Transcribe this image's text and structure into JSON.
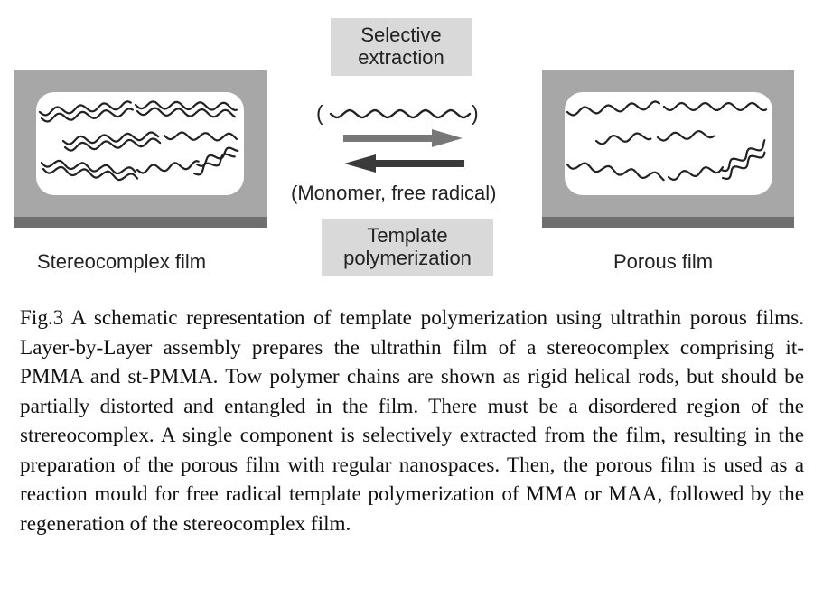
{
  "diagram": {
    "left_film_label": "Stereocomplex film",
    "right_film_label": "Porous film",
    "top_process_label": "Selective\nextraction",
    "bottom_process_label": "Template\npolymerization",
    "extracted_chain_bracket_open": "(",
    "extracted_chain_bracket_close": ")",
    "reagents_label": "(Monomer, free radical)"
  },
  "caption": {
    "text": "Fig.3 A schematic representation of template polymerization using ultrathin porous films. Layer-by-Layer assembly prepares the ultrathin film of a stereocomplex comprising it-PMMA and st-PMMA. Tow polymer chains are shown as rigid helical rods, but should be partially distorted and entangled in the film. There must be a disordered region of the strereocomplex. A single component is selectively extracted from the film, resulting in the preparation of the porous film with regular nanospaces. Then, the porous film is used as a reaction mould for free radical template polymerization of MMA or MAA, followed by the regeneration of the stereocomplex film."
  },
  "colors": {
    "film_frame": "#a7a7a7",
    "film_base": "#6f6f6f",
    "label_box": "#d9d9d9",
    "arrow_forward": "#777777",
    "arrow_backward": "#3a3a3a",
    "chain": "#222222"
  }
}
